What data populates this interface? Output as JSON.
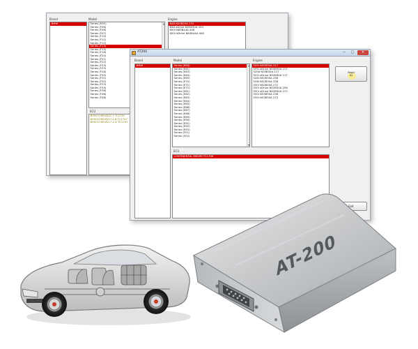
{
  "back_window": {
    "labels": {
      "brand": "Brand",
      "model": "Model",
      "engine": "Engine",
      "ecu": "ECU"
    },
    "brands": [
      {
        "label": "BMW",
        "selected": true
      }
    ],
    "models": [
      "Series (E92)",
      "Series (F06)",
      "Series (F06)",
      "Series (F07)",
      "Series (F10)",
      "Series (F11)",
      "Series (F12)",
      "Series (F13)",
      "Series (F15)",
      "Series (F16)",
      "Series (F20)",
      "Series (F21)",
      "Series (F22)",
      "Series (F23)",
      "Series (F25)",
      "Series (F26)",
      "Series (F30)",
      "Series (F31)",
      "Series (F32)",
      "Series (F33)",
      "Series (F34)",
      "Series (F36)",
      "Series (F46)",
      "Series (F48)"
    ],
    "model_selected_index": 7,
    "engines": [
      {
        "label": "B48 N20B20A 231",
        "selected": true
      },
      {
        "label": "B48 xDrive N55B30A 320",
        "selected": false
      },
      {
        "label": "650i N63B44A 408",
        "selected": false
      },
      {
        "label": "650i xDrive N63B44A 408",
        "selected": false
      }
    ],
    "ecus": [
      {
        "label": "BOSCH MEVD17.2 TC1797",
        "selected": false
      },
      {
        "label": "BOSCH MEVD17.2.6 TC1797",
        "selected": false
      },
      {
        "label": "BOSCH MEVD17.2.G TC1797",
        "selected": false
      }
    ]
  },
  "front_window": {
    "title": "AT200",
    "controls": {
      "minimize": "—",
      "maximize": "□",
      "close": "✕"
    },
    "labels": {
      "brand": "Brand",
      "model": "Model",
      "engine": "Engine",
      "ecu": "ECU"
    },
    "brands": [
      {
        "label": "BMW",
        "selected": true
      }
    ],
    "models": [
      "Series (E60)",
      "Series (E61)",
      "Series (E63)",
      "Series (E64)",
      "Series (E65)",
      "Series (E70)",
      "Series (E71)",
      "Series (E72)",
      "Series (E81)",
      "Series (E82)",
      "Series (E83)",
      "Series (E84)",
      "Series (E85)",
      "Series (E86)",
      "Series (E87)",
      "Series (E88)",
      "Series (E89)",
      "Series (E90)",
      "Series (E91)",
      "Series (E92)",
      "Series (E93)",
      "Series (F01)",
      "Series (F02)"
    ],
    "model_selected_index": 0,
    "engines": [
      {
        "label": "535i N55B30A 317",
        "selected": true
      },
      {
        "label": "535i xDrive N55B30A 217",
        "selected": false
      },
      {
        "label": "520d N55B30A 217",
        "selected": false
      },
      {
        "label": "525i xDrive N52B30A 217",
        "selected": false
      },
      {
        "label": "528i N52B30A 258",
        "selected": false
      },
      {
        "label": "528i N52B30A 258",
        "selected": false
      },
      {
        "label": "530i N52B30A 272",
        "selected": false
      },
      {
        "label": "530i xDrive N52B30A 258",
        "selected": false
      },
      {
        "label": "530i xDrive N52B30A 272",
        "selected": false
      },
      {
        "label": "530i N53B30A 258",
        "selected": false
      },
      {
        "label": "530i N53B30A 272",
        "selected": false
      }
    ],
    "ecus": [
      {
        "label": "CONTINENTAL MSV90 TC1796",
        "selected": true
      }
    ],
    "buttons": {
      "read_line1": "Read",
      "read_line2": "ID",
      "exit": "Exit"
    }
  },
  "device": {
    "label": "AT-200"
  },
  "colors": {
    "selection": "#d40000",
    "window_bg": "#f0f0f0",
    "device_metal": "#c9cbcd"
  }
}
